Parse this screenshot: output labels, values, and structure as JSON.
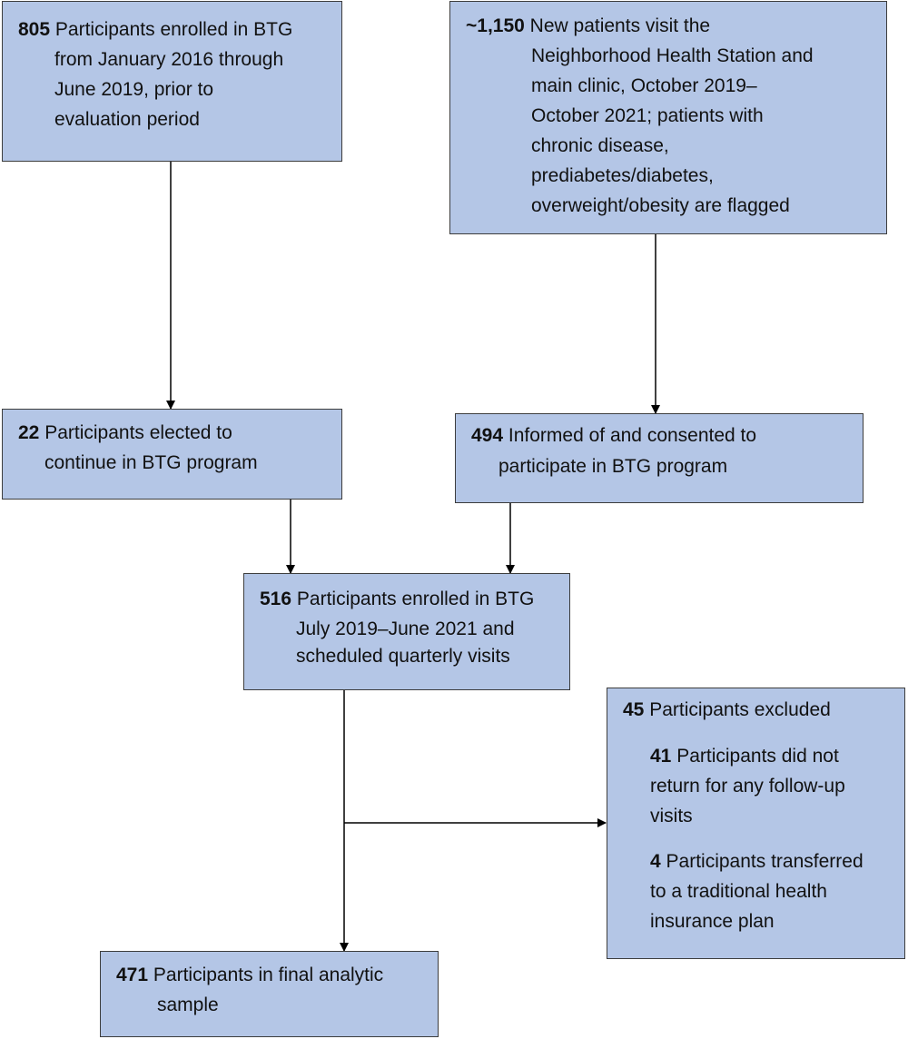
{
  "boxes": {
    "box_805": {
      "number": "805",
      "first_line": "Participants enrolled in BTG",
      "lines": [
        "from January 2016 through",
        "June 2019, prior to",
        "evaluation period"
      ]
    },
    "box_1150": {
      "number": "~1,150",
      "first_line": "New patients visit the",
      "lines": [
        "Neighborhood Health Station and",
        "main clinic, October 2019–",
        "October 2021; patients with",
        "chronic disease,",
        "prediabetes/diabetes,",
        "overweight/obesity are flagged"
      ]
    },
    "box_22": {
      "number": "22",
      "first_line": "Participants elected to",
      "lines": [
        "continue in BTG program"
      ]
    },
    "box_494": {
      "number": "494",
      "first_line": "Informed of and consented to",
      "lines": [
        "participate in BTG program"
      ]
    },
    "box_516": {
      "number": "516",
      "first_line": "Participants enrolled in BTG",
      "lines": [
        "July 2019–June 2021 and",
        "scheduled quarterly visits"
      ]
    },
    "box_45": {
      "number": "45",
      "first_line": "Participants excluded",
      "sub_41": {
        "number": "41",
        "first_line": "Participants did not",
        "lines": [
          "return for any follow-up",
          "visits"
        ]
      },
      "sub_4": {
        "number": "4",
        "first_line": "Participants transferred",
        "lines": [
          "to a traditional health",
          "insurance plan"
        ]
      }
    },
    "box_471": {
      "number": "471",
      "first_line": "Participants in final analytic",
      "lines": [
        "sample"
      ]
    }
  },
  "colors": {
    "box_fill": "#b4c6e6",
    "box_border": "#3d3d3d",
    "arrow": "#000000"
  }
}
